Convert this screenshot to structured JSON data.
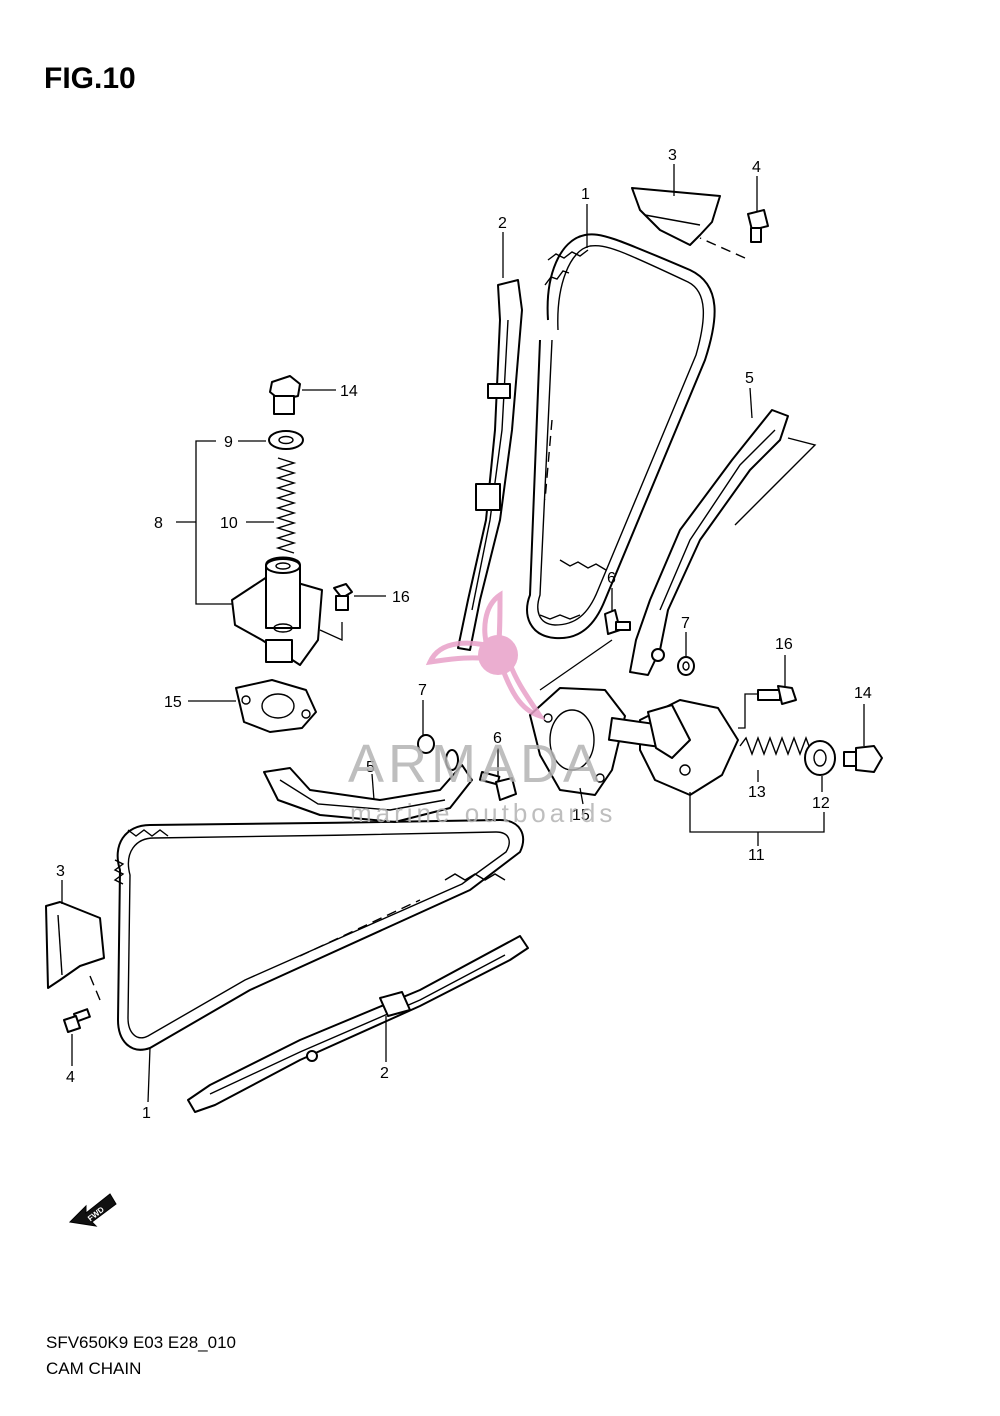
{
  "figure": {
    "title": "FIG.10"
  },
  "footer": {
    "code": "SFV650K9 E03 E28_010",
    "name": "CAM CHAIN"
  },
  "watermark": {
    "brand": "ARMADA",
    "tagline": "marine outboards",
    "color": "#e8a0c8"
  },
  "fwd_label": "FWD",
  "callouts": {
    "c1_top": "1",
    "c1_bot": "1",
    "c2_top": "2",
    "c2_bot": "2",
    "c3_top": "3",
    "c3_left": "3",
    "c4_top": "4",
    "c4_left": "4",
    "c5_right": "5",
    "c5_mid": "5",
    "c6_right": "6",
    "c6_mid": "6",
    "c7_right": "7",
    "c7_mid": "7",
    "c8": "8",
    "c9": "9",
    "c10": "10",
    "c11": "11",
    "c12": "12",
    "c13": "13",
    "c14_left": "14",
    "c14_right": "14",
    "c15_left": "15",
    "c15_mid": "15",
    "c16_left": "16",
    "c16_right": "16"
  }
}
